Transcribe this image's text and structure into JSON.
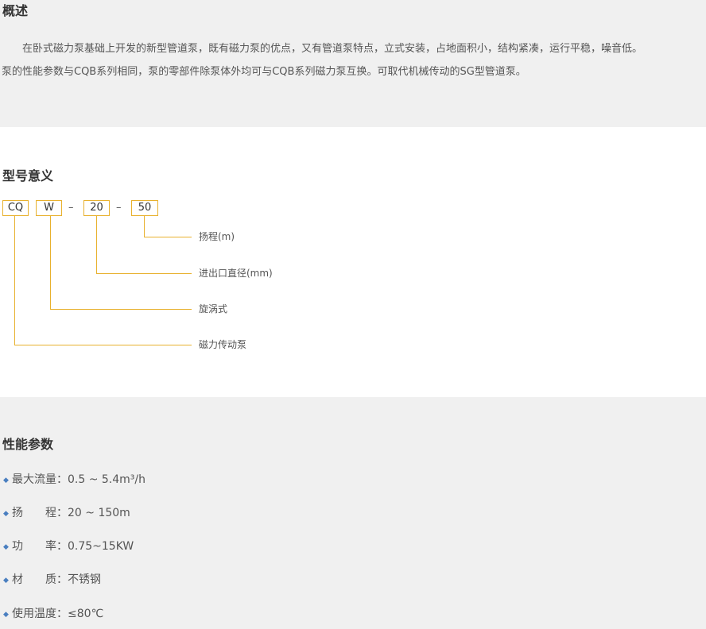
{
  "overview": {
    "title": "概述",
    "line1": "　　在卧式磁力泵基础上开发的新型管道泵，既有磁力泵的优点，又有管道泵特点，立式安装，占地面积小，结构紧凑，运行平稳，噪音低。",
    "line2": "泵的性能参数与CQB系列相同，泵的零部件除泵体外均可与CQB系列磁力泵互换。可取代机械传动的SG型管道泵。"
  },
  "model": {
    "title": "型号意义",
    "codes": [
      "CQ",
      "W",
      "20",
      "50"
    ],
    "separator": "–",
    "labels": [
      "扬程(m)",
      "进出口直径(mm)",
      "旋涡式",
      "磁力传动泵"
    ]
  },
  "performance": {
    "title": "性能参数",
    "bullet": "◆",
    "items": [
      {
        "key": "最大流量：",
        "value": "0.5 ~ 5.4m³/h"
      },
      {
        "key": "扬　　程：",
        "value": "20 ~ 150m"
      },
      {
        "key": "功　　率：",
        "value": "0.75~15KW"
      },
      {
        "key": "材　　质：",
        "value": "不锈钢"
      },
      {
        "key": "使用温度：",
        "value": "≤80℃"
      }
    ]
  },
  "colors": {
    "accent_line": "#e8b12e",
    "bullet": "#4a7fc0",
    "section_gray": "#f0f0f0"
  }
}
